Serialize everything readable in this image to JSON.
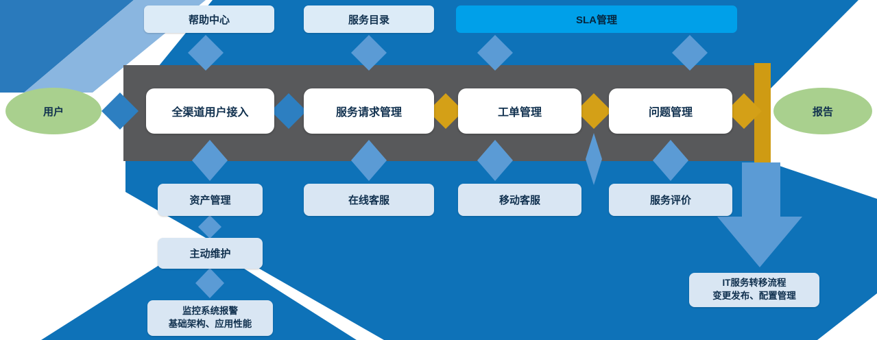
{
  "colors": {
    "primary_blue": "#0e72b8",
    "stripe_blue": "#2a7abc",
    "pale_blue_band": "#8ab6e0",
    "light_blue": "#5b9bd5",
    "mid_blue": "#2d7fc1",
    "gray_band": "#58595b",
    "gold_bar": "#cf9b13",
    "gold_diamond": "#d4a017",
    "cyan_highlight": "#00a0e9",
    "node_bg": "#dcebf7",
    "sub_node_bg": "#d9e6f3",
    "green_ellipse": "#a9d08e",
    "text_dark": "#10304e"
  },
  "nodes": {
    "user": "用户",
    "report": "报告",
    "help_center": "帮助中心",
    "service_catalog": "服务目录",
    "sla": "SLA管理",
    "omni_access": "全渠道用户接入",
    "service_request": "服务请求管理",
    "work_order": "工单管理",
    "problem": "问题管理",
    "asset": "资产管理",
    "online_support": "在线客服",
    "mobile_support": "移动客服",
    "service_evaluation": "服务评价",
    "proactive": "主动维护",
    "monitoring_line1": "监控系统报警",
    "monitoring_line2": "基础架构、应用性能",
    "transition_line1": "IT服务转移流程",
    "transition_line2": "变更发布、配置管理"
  }
}
